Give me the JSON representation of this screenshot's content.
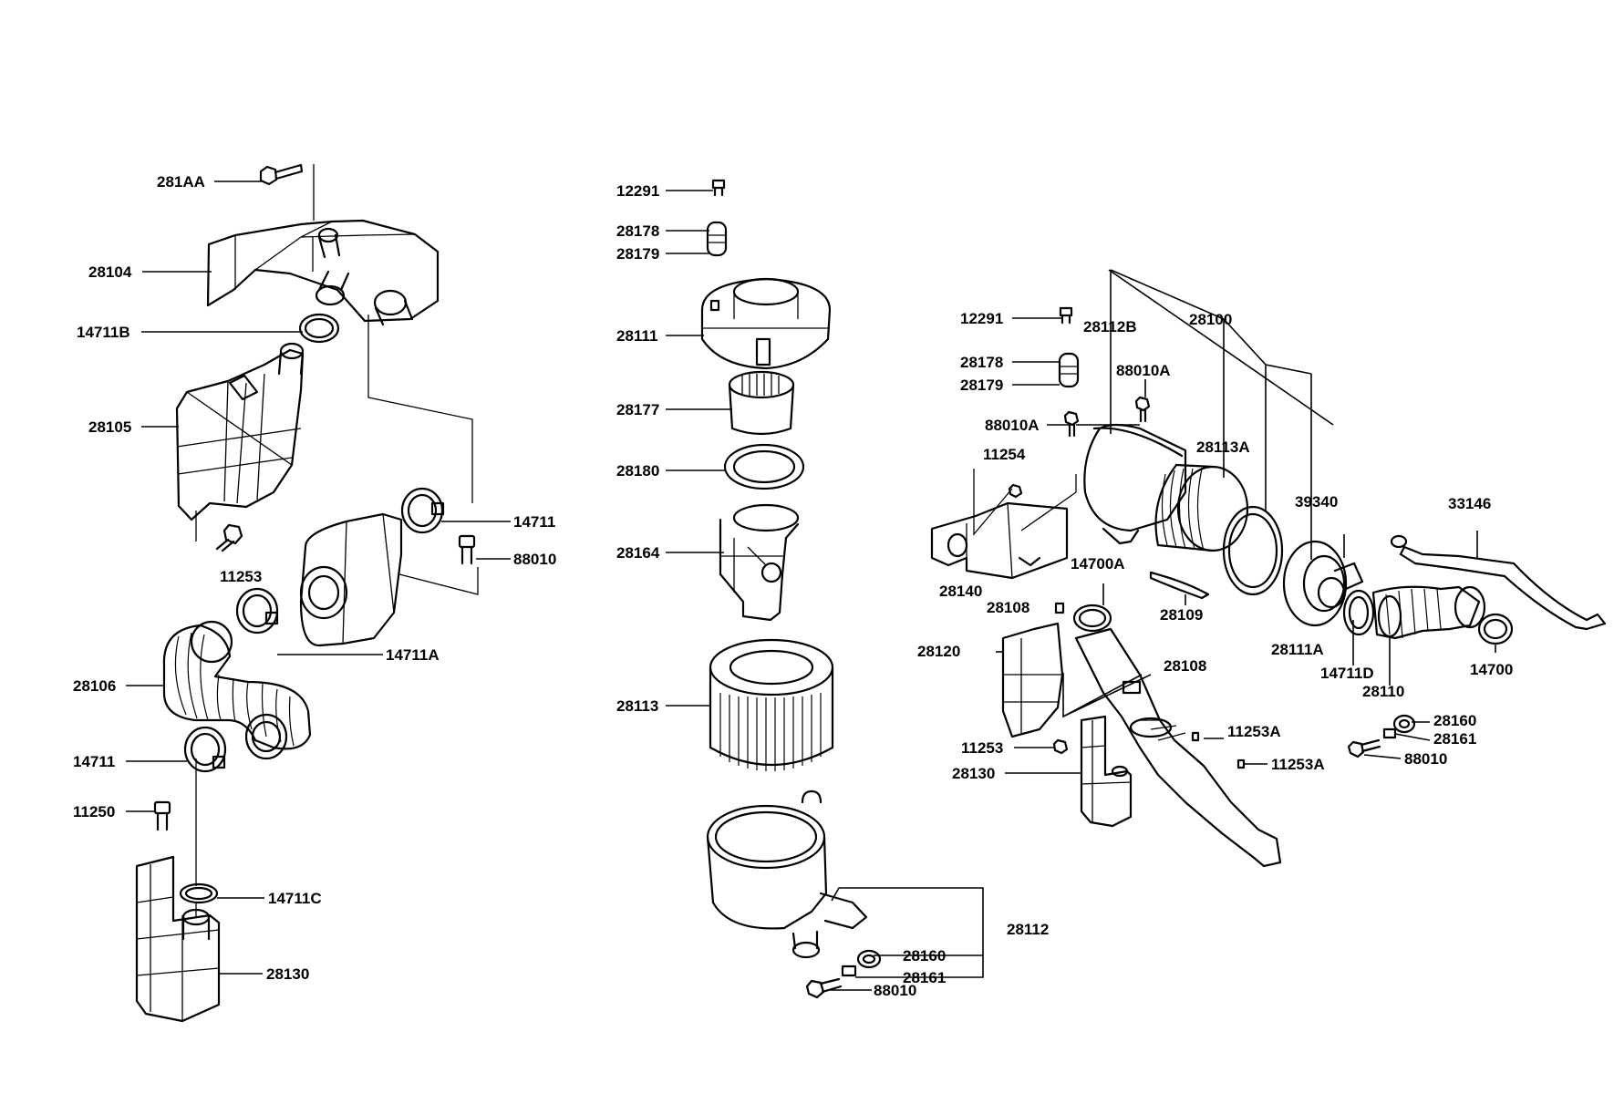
{
  "diagram": {
    "labels": {
      "l281AA": "281AA",
      "l28104": "28104",
      "l14711B": "14711B",
      "l28105": "28105",
      "l14711_1": "14711",
      "l88010_1": "88010",
      "l11253_1": "11253",
      "l14711A": "14711A",
      "l28106": "28106",
      "l14711_2": "14711",
      "l11250": "11250",
      "l14711C": "14711C",
      "l28130_1": "28130",
      "l12291_1": "12291",
      "l28178_1": "28178",
      "l28179_1": "28179",
      "l28111": "28111",
      "l28177": "28177",
      "l28180": "28180",
      "l28164": "28164",
      "l28113": "28113",
      "l28112": "28112",
      "l28160_1": "28160",
      "l28161_1": "28161",
      "l88010_2": "88010",
      "l12291_2": "12291",
      "l28112B": "28112B",
      "l28100": "28100",
      "l28178_2": "28178",
      "l88010A_1": "88010A",
      "l28179_2": "28179",
      "l88010A_2": "88010A",
      "l28113A": "28113A",
      "l11254": "11254",
      "l39340": "39340",
      "l33146": "33146",
      "l14700A": "14700A",
      "l28140": "28140",
      "l28108_1": "28108",
      "l28109": "28109",
      "l28111A": "28111A",
      "l14711D": "14711D",
      "l14700": "14700",
      "l28110": "28110",
      "l28120": "28120",
      "l28108_2": "28108",
      "l28160_2": "28160",
      "l11253A_1": "11253A",
      "l28161_2": "28161",
      "l11253_2": "11253",
      "l88010_3": "88010",
      "l28130_2": "28130",
      "l11253A_2": "11253A"
    }
  }
}
